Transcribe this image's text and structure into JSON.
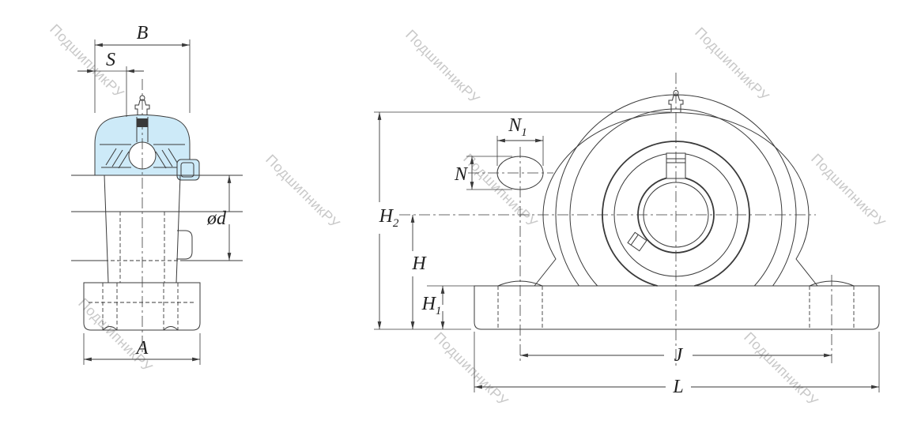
{
  "title": "Pillow block bearing unit dimensional drawing",
  "watermark": {
    "text": "ПодшипникРУ",
    "color": "#c9c9c9"
  },
  "colors": {
    "line": "#3a3a3a",
    "highlight_fill": "#cdeaf8",
    "background": "#ffffff",
    "label_text": "#1f1f1f"
  },
  "views": {
    "side": {
      "dims": {
        "B": "B",
        "S": "S",
        "bore": "ød",
        "A": "A"
      }
    },
    "front": {
      "dims": {
        "N1_main": "N",
        "N1_sub": "1",
        "N": "N",
        "H2_main": "H",
        "H2_sub": "2",
        "H": "H",
        "H1_main": "H",
        "H1_sub": "1",
        "J": "J",
        "L": "L"
      }
    }
  }
}
